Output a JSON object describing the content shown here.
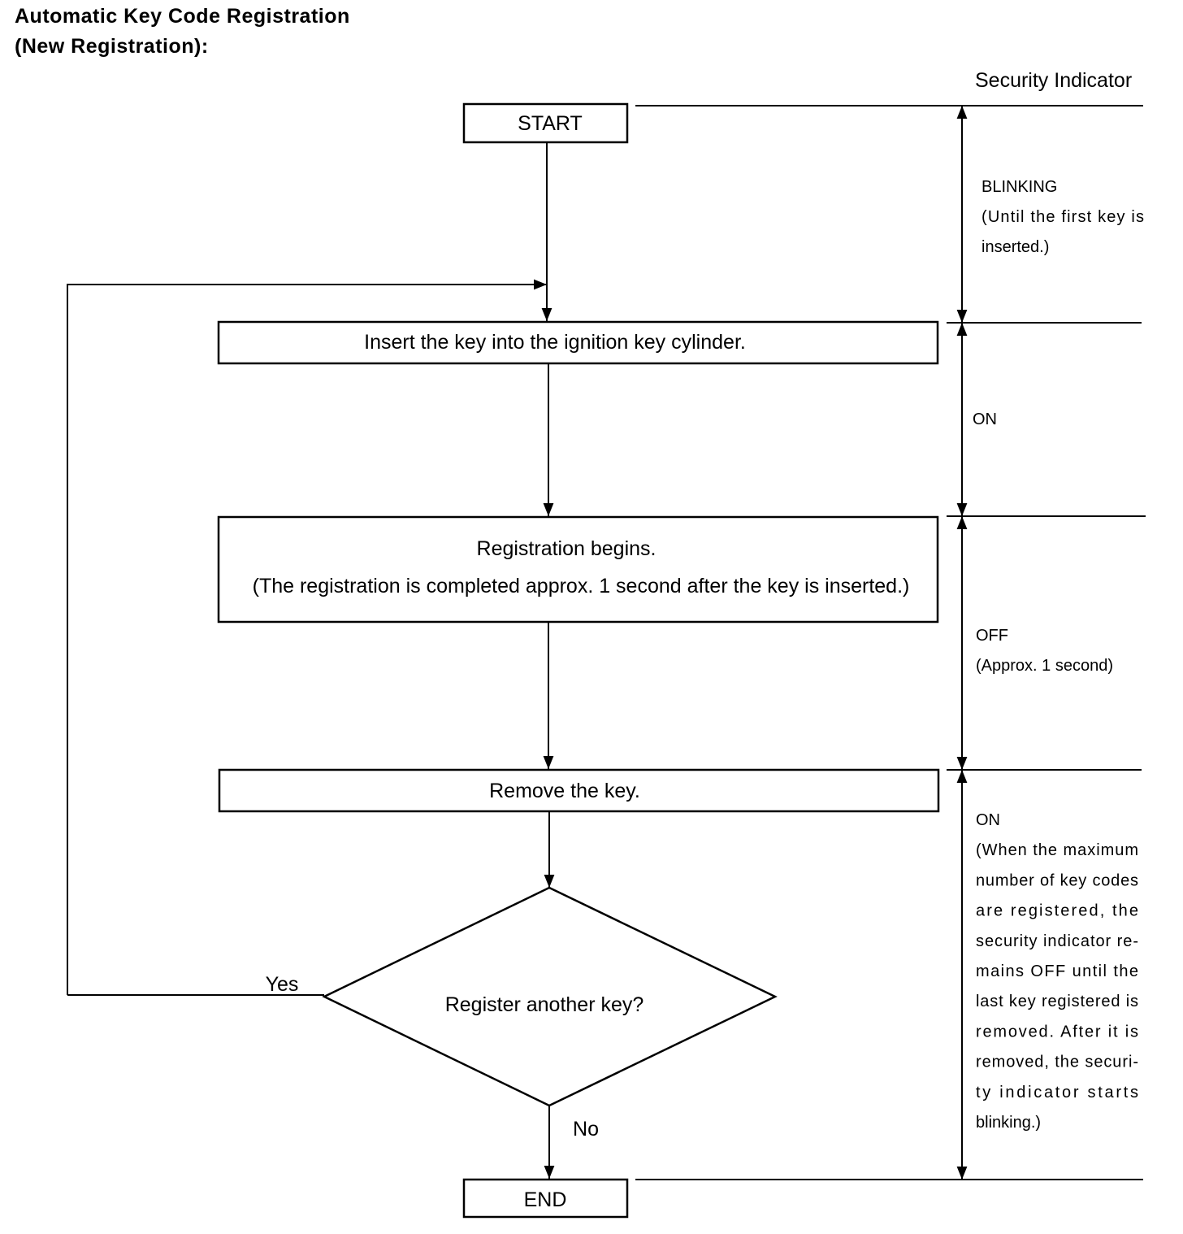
{
  "title": {
    "line1": "Automatic Key Code Registration",
    "line2": "(New Registration):"
  },
  "indicator_header": "Security Indicator",
  "nodes": {
    "start": "START",
    "insert": "Insert the key into the ignition key cylinder.",
    "registration_line1": "Registration begins.",
    "registration_line2": "(The registration is completed approx. 1 second after the key is inserted.)",
    "remove": "Remove the key.",
    "decision": "Register another key?",
    "yes": "Yes",
    "no": "No",
    "end": "END"
  },
  "indicator_states": {
    "blinking": [
      "BLINKING",
      "(Until the first key is",
      "inserted.)"
    ],
    "on1": [
      "ON"
    ],
    "off": [
      "OFF",
      "(Approx. 1 second)"
    ],
    "on2": [
      "ON",
      "(When the maximum",
      "number of key codes",
      "are registered, the",
      "security indicator re-",
      "mains OFF until the",
      "last key registered is",
      "removed. After it is",
      "removed, the securi-",
      "ty indicator starts",
      "blinking.)"
    ]
  }
}
